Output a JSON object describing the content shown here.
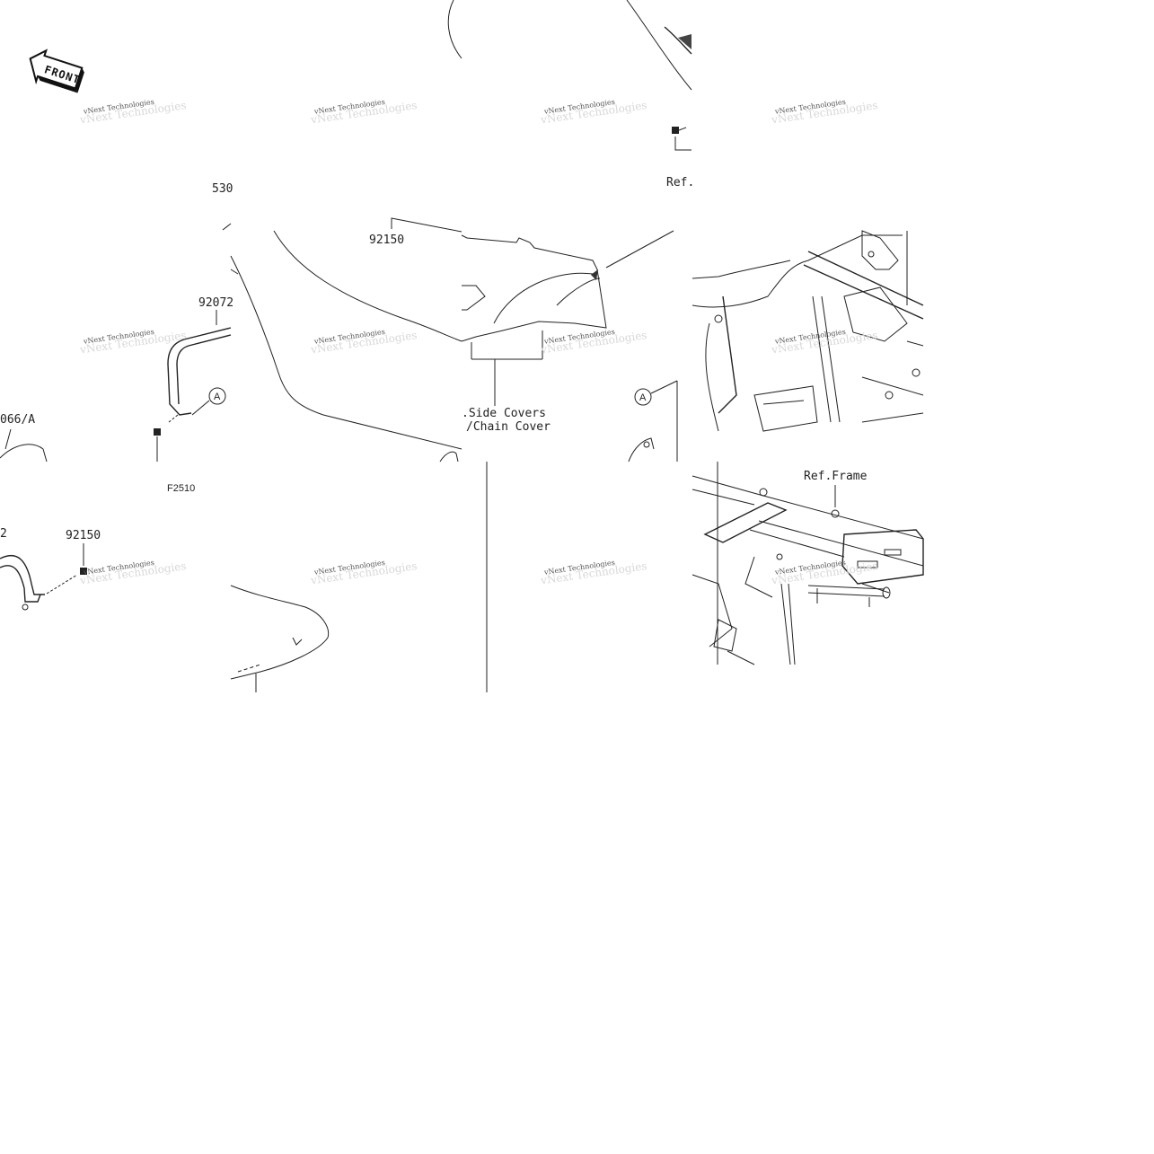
{
  "front_badge": {
    "text": "FRONT"
  },
  "watermark": {
    "text": "vNext Technologies"
  },
  "labels": {
    "part_530": "530",
    "ref_top": "Ref.",
    "part_92150_a": "92150",
    "part_92072": "92072",
    "callout_a_left": "A",
    "callout_a_right": "A",
    "part_066a": "066/A",
    "side_covers": ".Side Covers",
    "chain_cover": "/Chain Cover",
    "f2510": "F2510",
    "part_2": "2",
    "part_92150_b": "92150",
    "ref_frame": "Ref.Frame"
  },
  "icons": [
    "front-arrow-icon",
    "bolt-icon"
  ]
}
